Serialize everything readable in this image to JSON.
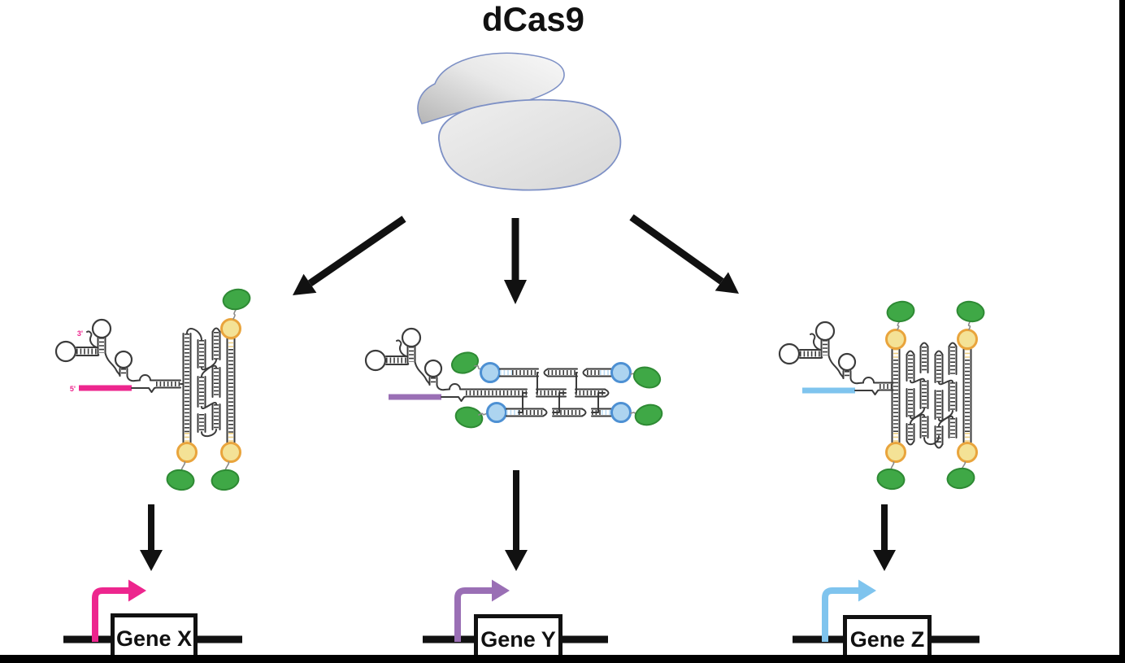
{
  "title": "dCas9",
  "labels": {
    "five_prime": "5'",
    "three_prime": "3'"
  },
  "genes": [
    {
      "name": "Gene X",
      "promoter_color": "#ED268E"
    },
    {
      "name": "Gene Y",
      "promoter_color": "#9A6FB5"
    },
    {
      "name": "Gene Z",
      "promoter_color": "#7FC4EE"
    }
  ],
  "colors": {
    "rna": "#3b3b3b",
    "black": "#111111",
    "effector_green": "#3FA846",
    "effector_green_border": "#2E8A34",
    "aptamer_yellow": "#F4E296",
    "aptamer_yellow_border": "#E9A43C",
    "aptamer_yellow_rung": "#EECF82",
    "aptamer_blue": "#ADD4F0",
    "aptamer_blue_border": "#4D90D3",
    "aptamer_blue_rung": "#BBDCF4",
    "protein_outline": "#7D90C5",
    "protein_fill_light": "#F6F6F6",
    "protein_fill_dark": "#BDBDBD",
    "connector_grey": "#8a8a8a"
  }
}
